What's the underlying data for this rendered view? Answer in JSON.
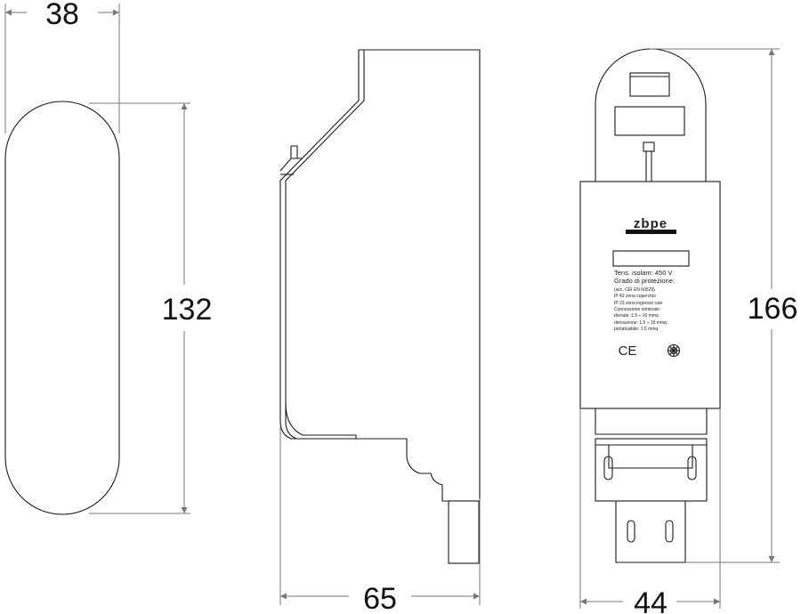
{
  "dimensions": {
    "front_width": "38",
    "front_height": "132",
    "side_depth": "65",
    "back_width": "44",
    "back_height": "166"
  },
  "label": {
    "brand": "zbpe",
    "specs": [
      "Tens. isolam: 450 V",
      "Grado di protezione:",
      "(sec. CEI EN 60529)",
      "IP 43 zona coperchio",
      "IP 23 zona ingresso cavi",
      "Connessione nominale:",
      "dorsale: 1.5 ÷ 16 mmq",
      "derivazione: 1.5 ÷ 16 mmq",
      "portafusibile: 1.5 mmq"
    ],
    "ce_mark": "CE"
  },
  "colors": {
    "line": "#1a1a1a",
    "dimension": "#777777"
  }
}
